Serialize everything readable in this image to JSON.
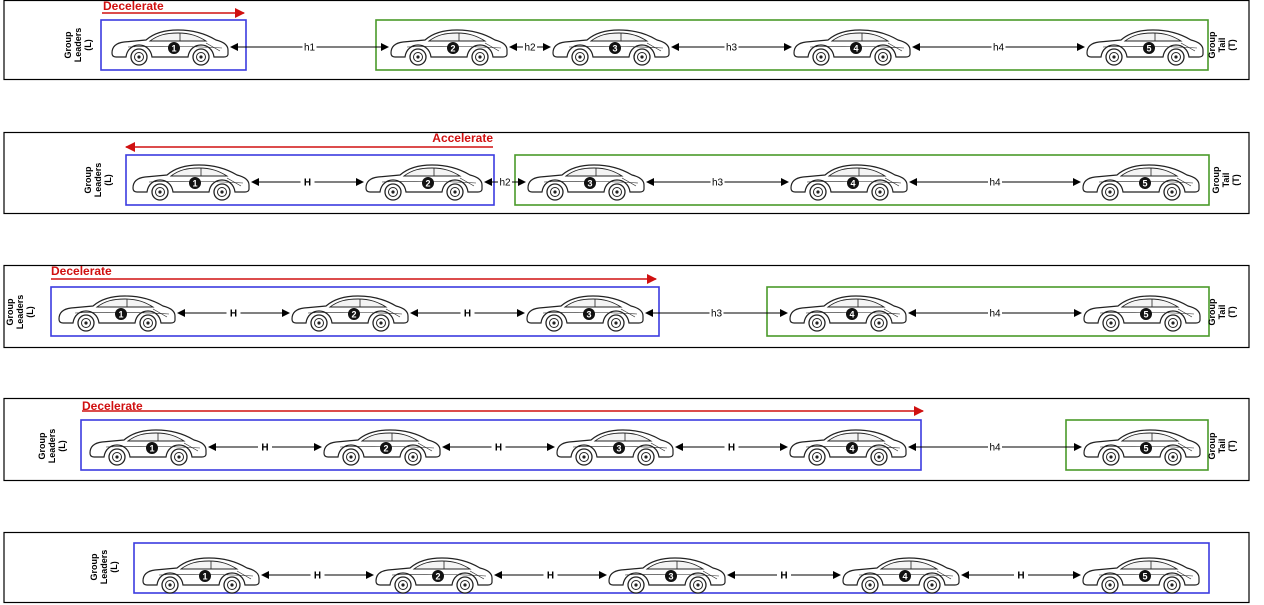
{
  "labels": {
    "leaders": [
      "Group",
      "Leaders",
      "(L)"
    ],
    "tail": [
      "Group",
      "Tail",
      "(T)"
    ]
  },
  "colors": {
    "leader_box": "#3b3be0",
    "tail_box": "#4a9a2a",
    "action_arrow": "#d01010",
    "lane_border": "#000000"
  },
  "scenarios": [
    {
      "action": "Decelerate",
      "direction": "right",
      "leaders": [
        1
      ],
      "tail": [
        2,
        3,
        4,
        5
      ],
      "gaps": [
        "h1",
        "h2",
        "h3",
        "h4"
      ]
    },
    {
      "action": "Accelerate",
      "direction": "left",
      "leaders": [
        1,
        2
      ],
      "tail": [
        3,
        4,
        5
      ],
      "gaps": [
        "H",
        "h2",
        "h3",
        "h4"
      ]
    },
    {
      "action": "Decelerate",
      "direction": "right",
      "leaders": [
        1,
        2,
        3
      ],
      "tail": [
        4,
        5
      ],
      "gaps": [
        "H",
        "H",
        "h3",
        "h4"
      ]
    },
    {
      "action": "Decelerate",
      "direction": "right",
      "leaders": [
        1,
        2,
        3,
        4
      ],
      "tail": [
        5
      ],
      "gaps": [
        "H",
        "H",
        "H",
        "h4"
      ]
    },
    {
      "action": "",
      "direction": "",
      "leaders": [
        1,
        2,
        3,
        4,
        5
      ],
      "tail": [],
      "gaps": [
        "H",
        "H",
        "H",
        "H"
      ]
    }
  ]
}
